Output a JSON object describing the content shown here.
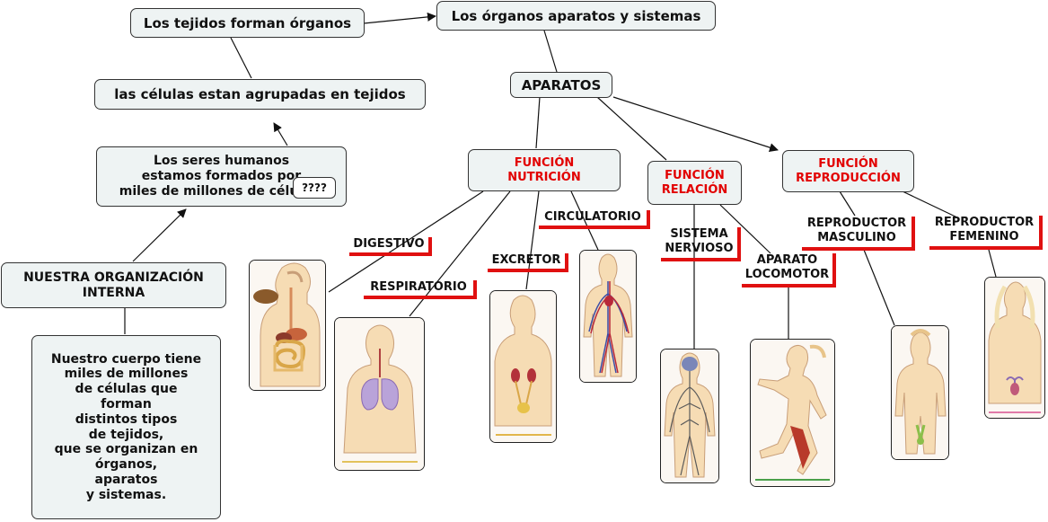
{
  "nodes": {
    "tejidos_organos": "Los tejidos forman órganos",
    "organos_aparatos": "Los órganos aparatos y sistemas",
    "celulas_tejidos": "las células  estan  agrupadas en tejidos",
    "seres_humanos": "Los seres  humanos\nestamos  formados por\nmiles de millones de células.",
    "interrogacion": "????",
    "organizacion": "NUESTRA ORGANIZACIÓN\nINTERNA",
    "descripcion": "Nuestro cuerpo tiene\nmiles de millones\nde células que\nforman\ndistintos tipos\nde tejidos,\nque se organizan en\nórganos,\naparatos\ny sistemas.",
    "aparatos": "APARATOS",
    "funcion_nutricion": "FUNCIÓN\nNUTRICIÓN",
    "funcion_relacion": "FUNCIÓN\nRELACIÓN",
    "funcion_reproduccion": "FUNCIÓN\nREPRODUCCIÓN"
  },
  "labels": {
    "digestivo": "DIGESTIVO",
    "respiratorio": "RESPIRATORIO",
    "excretor": "EXCRETOR",
    "circulatorio": "CIRCULATORIO",
    "sistema_nervioso": "SISTEMA\nNERVIOSO",
    "aparato_locomotor": "APARATO\nLOCOMOTOR",
    "reproductor_masculino": "REPRODUCTOR\nMASCULINO",
    "reproductor_femenino": "REPRODUCTOR\nFEMENINO"
  },
  "icons": {
    "digestivo": "digestive-system-illustration",
    "respiratorio": "respiratory-system-illustration",
    "excretor": "excretory-system-illustration",
    "circulatorio": "circulatory-system-illustration",
    "nervioso": "nervous-system-illustration",
    "locomotor": "locomotor-system-illustration",
    "masculino": "male-reproductive-illustration",
    "femenino": "female-reproductive-illustration"
  },
  "colors": {
    "function_text": "#e20000",
    "label_underline": "#e01010",
    "node_bg": "#eef3f3",
    "skin": "#f6dcb4"
  }
}
